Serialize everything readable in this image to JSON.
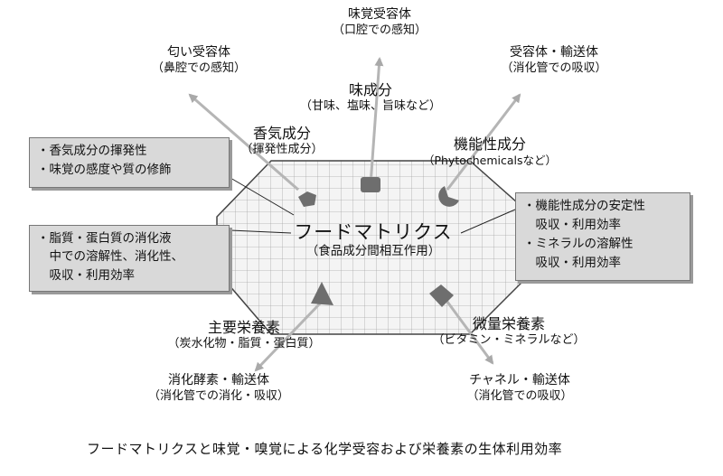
{
  "center": {
    "title": "フードマトリクス",
    "subtitle": "（食品成分間相互作用）"
  },
  "components": {
    "aroma": {
      "title": "香気成分",
      "sub": "（揮発性成分）"
    },
    "taste": {
      "title": "味成分",
      "sub": "（甘味、塩味、旨味など）"
    },
    "functional": {
      "title": "機能性成分",
      "sub": "（Phytochemicalsなど）"
    },
    "macro": {
      "title": "主要栄養素",
      "sub": "（炭水化物・脂質・蛋白質）"
    },
    "micro": {
      "title": "微量栄養素",
      "sub": "（ビタミン・ミネラルなど）"
    }
  },
  "receptors": {
    "olfactory": {
      "title": "匂い受容体",
      "sub": "（鼻腔での感知）"
    },
    "gustatory": {
      "title": "味覚受容体",
      "sub": "（口腔での感知）"
    },
    "transport_top": {
      "title": "受容体・輸送体",
      "sub": "（消化管での吸収）"
    },
    "digestive": {
      "title": "消化酵素・輸送体",
      "sub": "（消化管での消化・吸収）"
    },
    "channel": {
      "title": "チャネル・輸送体",
      "sub": "（消化管での吸収）"
    }
  },
  "boxes": {
    "aroma_box": [
      "・香気成分の揮発性",
      "・味覚の感度や質の修飾"
    ],
    "lipid_box": [
      "・脂質・蛋白質の消化液",
      "　中での溶解性、消化性、",
      "　吸収・利用効率"
    ],
    "functional_box": [
      "・機能性成分の安定性",
      "　吸収・利用効率",
      "・ミネラルの溶解性",
      "　吸収・利用効率"
    ]
  },
  "caption": "フードマトリクスと味覚・嗅覚による化学受容および栄養素の生体利用効率",
  "colors": {
    "matrix_fill": "#f2f2f2",
    "grid": "#a8a8a8",
    "shapes": "#6e6e6e",
    "arrows": "#b5b5b5",
    "box_fill": "#d9d9d9"
  }
}
